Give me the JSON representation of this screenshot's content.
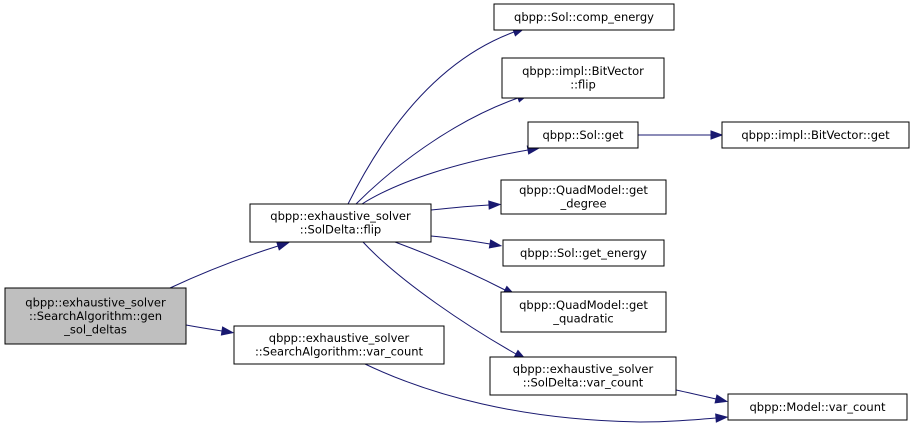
{
  "graph": {
    "nodes": [
      {
        "id": "gen_sol_deltas",
        "lines": [
          "qbpp::exhaustive_solver",
          "::SearchAlgorithm::gen",
          "_sol_deltas"
        ],
        "root": true
      },
      {
        "id": "soldelta_flip",
        "lines": [
          "qbpp::exhaustive_solver",
          "::SolDelta::flip"
        ]
      },
      {
        "id": "sa_var_count",
        "lines": [
          "qbpp::exhaustive_solver",
          "::SearchAlgorithm::var_count"
        ]
      },
      {
        "id": "comp_energy",
        "lines": [
          "qbpp::Sol::comp_energy"
        ]
      },
      {
        "id": "bitvector_flip",
        "lines": [
          "qbpp::impl::BitVector",
          "::flip"
        ]
      },
      {
        "id": "sol_get",
        "lines": [
          "qbpp::Sol::get"
        ]
      },
      {
        "id": "bitvector_get",
        "lines": [
          "qbpp::impl::BitVector::get"
        ]
      },
      {
        "id": "get_degree",
        "lines": [
          "qbpp::QuadModel::get",
          "_degree"
        ]
      },
      {
        "id": "get_energy",
        "lines": [
          "qbpp::Sol::get_energy"
        ]
      },
      {
        "id": "get_quadratic",
        "lines": [
          "qbpp::QuadModel::get",
          "_quadratic"
        ]
      },
      {
        "id": "sd_var_count",
        "lines": [
          "qbpp::exhaustive_solver",
          "::SolDelta::var_count"
        ]
      },
      {
        "id": "model_var_count",
        "lines": [
          "qbpp::Model::var_count"
        ]
      }
    ],
    "edges": [
      {
        "from": "gen_sol_deltas",
        "to": "soldelta_flip"
      },
      {
        "from": "gen_sol_deltas",
        "to": "sa_var_count"
      },
      {
        "from": "soldelta_flip",
        "to": "comp_energy"
      },
      {
        "from": "soldelta_flip",
        "to": "bitvector_flip"
      },
      {
        "from": "soldelta_flip",
        "to": "sol_get"
      },
      {
        "from": "soldelta_flip",
        "to": "get_degree"
      },
      {
        "from": "soldelta_flip",
        "to": "get_energy"
      },
      {
        "from": "soldelta_flip",
        "to": "get_quadratic"
      },
      {
        "from": "soldelta_flip",
        "to": "sd_var_count"
      },
      {
        "from": "sol_get",
        "to": "bitvector_get"
      },
      {
        "from": "sd_var_count",
        "to": "model_var_count"
      },
      {
        "from": "sa_var_count",
        "to": "model_var_count"
      }
    ],
    "colors": {
      "edge": "#191970",
      "root_fill": "#bfbfbf",
      "node_fill": "#ffffff",
      "node_border": "#000000"
    }
  }
}
